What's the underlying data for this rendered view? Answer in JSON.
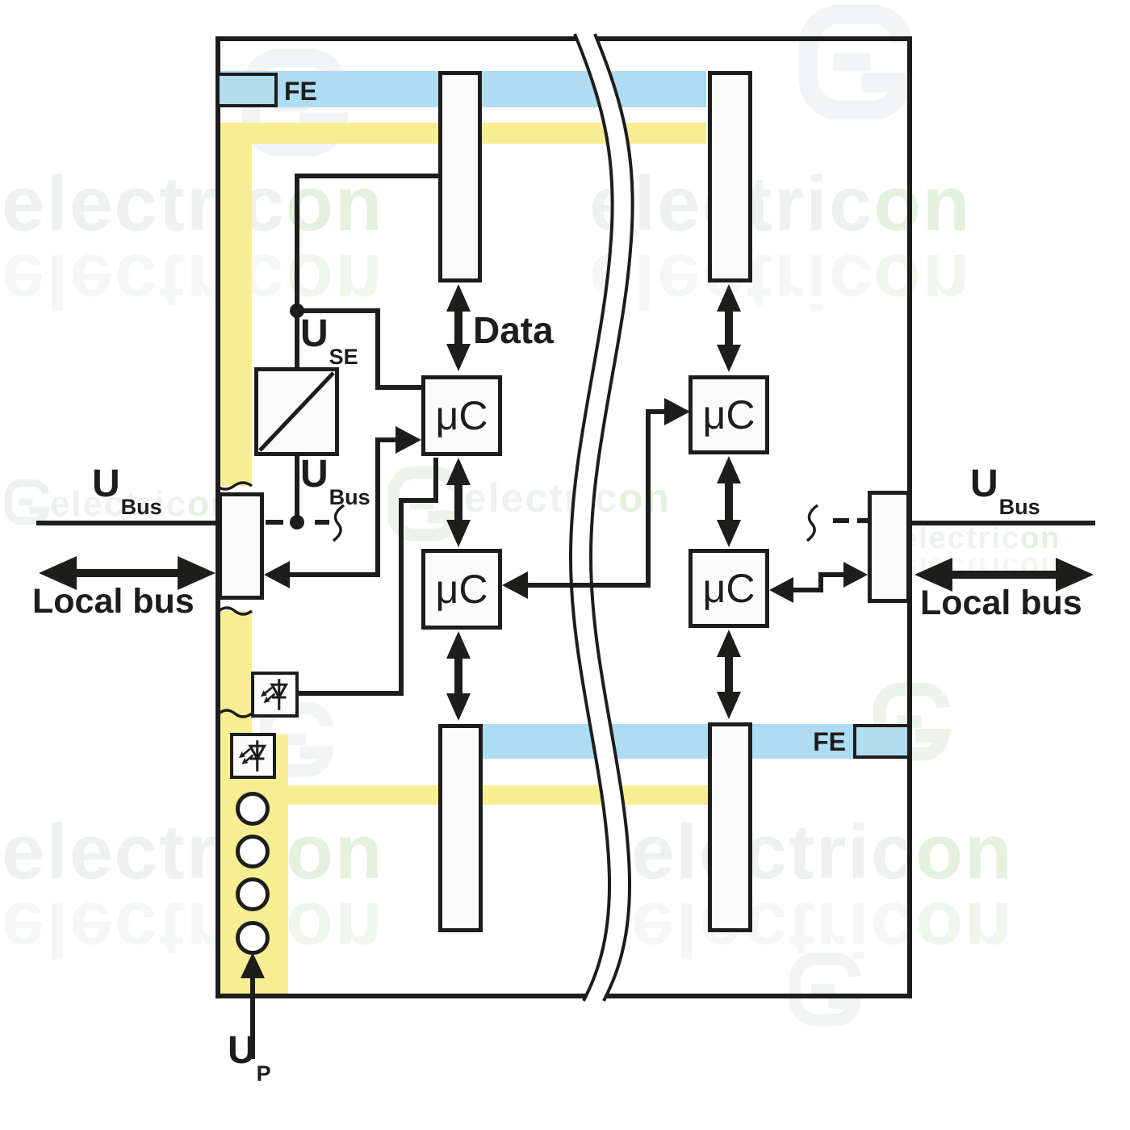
{
  "diagram": {
    "title": "Inline module internal wiring block diagram",
    "labels": {
      "fe": "FE",
      "data": "Data",
      "uc": "μC",
      "u": "U",
      "sub_se": "SE",
      "sub_bus": "Bus",
      "sub_p": "P",
      "local_bus": "Local bus"
    },
    "colors": {
      "blue_band": "#aedcf2",
      "yellow_band": "#f7ee93",
      "fe_fill": "#b3dcef",
      "line": "#1d1d1b"
    },
    "icons": [
      "optocoupler-icon",
      "dc-dc-converter-icon",
      "led-indicator",
      "bidirectional-arrow",
      "module-break-tear"
    ],
    "watermark": {
      "gray": "electric",
      "green": "on"
    }
  }
}
